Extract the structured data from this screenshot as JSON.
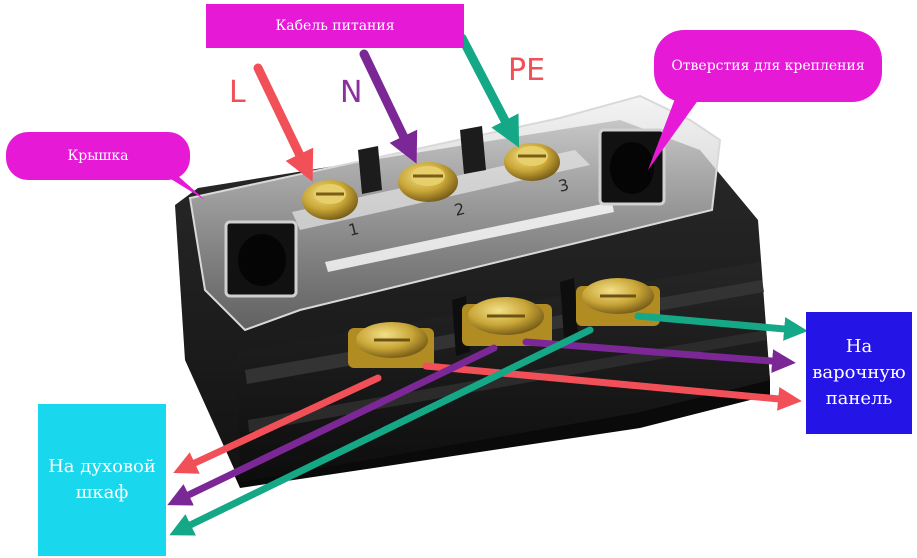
{
  "labels": {
    "power_cable": "Кабель питания",
    "mounting_holes": "Отверстия для крепления",
    "cover": "Крышка",
    "to_hob": "На варочную панель",
    "to_oven": "На духовой шкаф"
  },
  "terminals": {
    "line": "L",
    "neutral": "N",
    "earth": "PE"
  },
  "terminal_numbers": [
    "1",
    "2",
    "3"
  ],
  "colors": {
    "label_magenta": "#e619d6",
    "hob_blue": "#2414e6",
    "oven_cyan": "#19d8ee",
    "wire_line_red": "#f25058",
    "wire_neutral_purple": "#7b2796",
    "wire_earth_green": "#14a887",
    "block_body": "#1f1f1f",
    "brass_screw": "#c9a637"
  },
  "icons": {
    "arrow": "arrow-icon",
    "screw": "screw-icon",
    "terminal_block": "terminal-block-icon"
  }
}
